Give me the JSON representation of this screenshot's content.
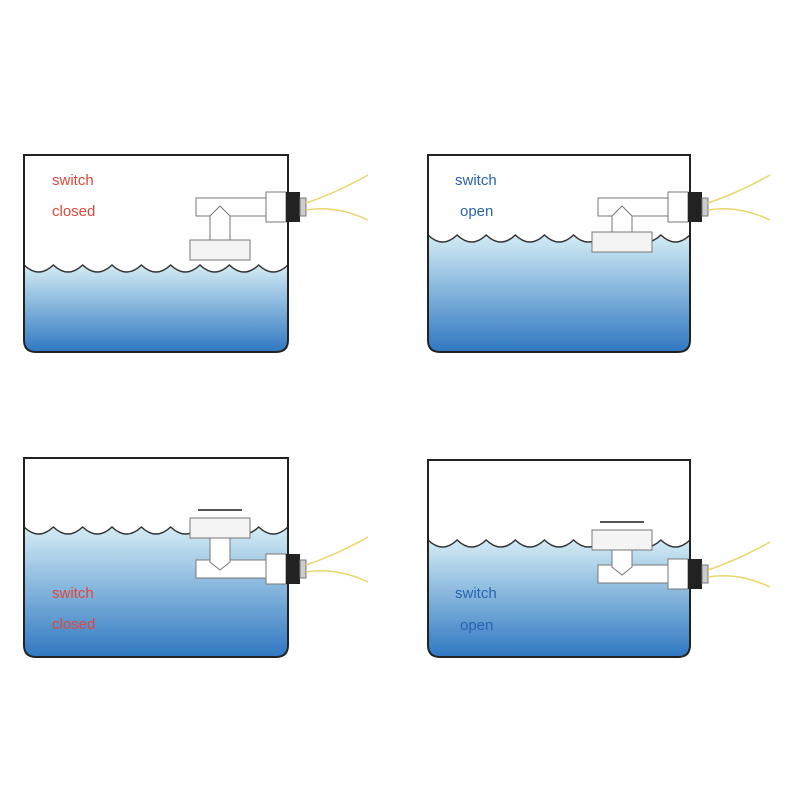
{
  "colors": {
    "closed": "#e0473a",
    "open": "#2a63b0",
    "water_top": "#d3ecf4",
    "water_bottom": "#2f78c2",
    "wire": "#e8d66a"
  },
  "panels": [
    {
      "state": "closed",
      "line1": "switch",
      "line2": "closed",
      "water": "low",
      "mount": "top"
    },
    {
      "state": "open",
      "line1": "switch",
      "line2": "open",
      "water": "high",
      "mount": "top"
    },
    {
      "state": "closed",
      "line1": "switch",
      "line2": "closed",
      "water": "high",
      "mount": "bottom"
    },
    {
      "state": "open",
      "line1": "switch",
      "line2": "open",
      "water": "low",
      "mount": "bottom"
    }
  ]
}
